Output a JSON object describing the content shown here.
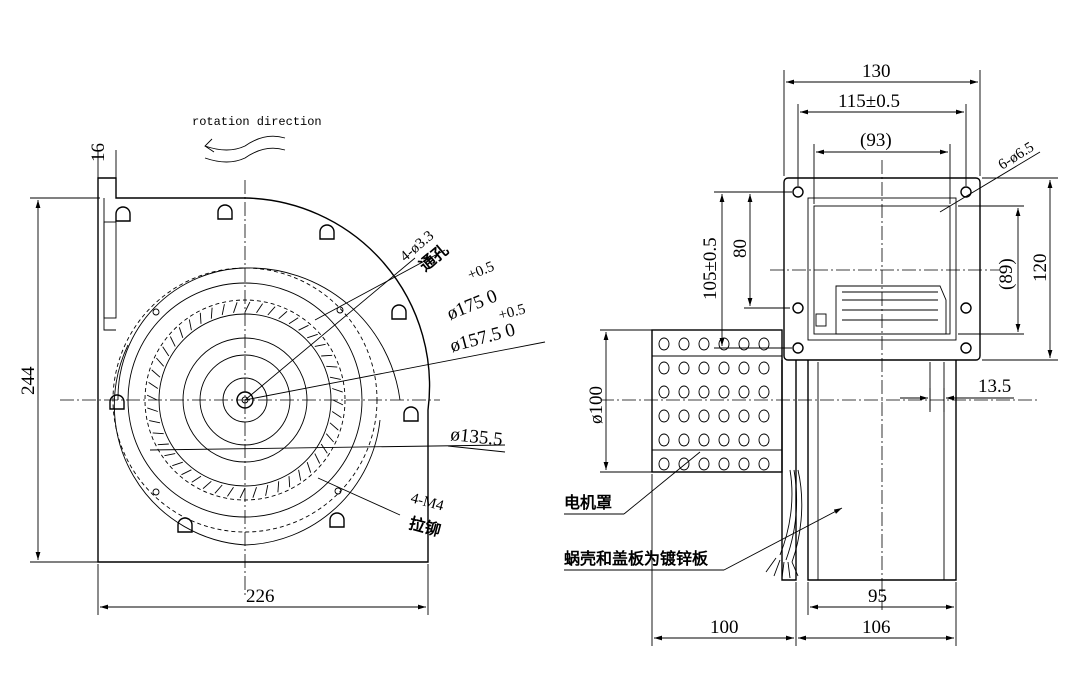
{
  "front_view": {
    "rotation_label": "rotation direction",
    "dim_top": "16",
    "dim_height": "244",
    "dim_width": "226",
    "holes_callout": "4-ø3.3",
    "holes_note": "通孔",
    "dia_outer": "ø175 0",
    "dia_outer_tol": "+0.5",
    "dia_mid": "ø157.5 0",
    "dia_mid_tol": "+0.5",
    "dia_inner": "ø135.5",
    "rivet_callout": "4-M4",
    "rivet_note": "拉铆"
  },
  "side_view": {
    "dim_130": "130",
    "dim_115": "115±0.5",
    "dim_93": "(93)",
    "dim_holes": "6-ø6.5",
    "dim_105": "105±0.5",
    "dim_80": "80",
    "dim_89": "(89)",
    "dim_120": "120",
    "dim_13_5": "13.5",
    "dim_motor_dia": "ø100",
    "dim_95": "95",
    "dim_100": "100",
    "dim_106": "106",
    "label_motor_cover": "电机罩",
    "label_housing": "蜗壳和盖板为镀锌板"
  }
}
